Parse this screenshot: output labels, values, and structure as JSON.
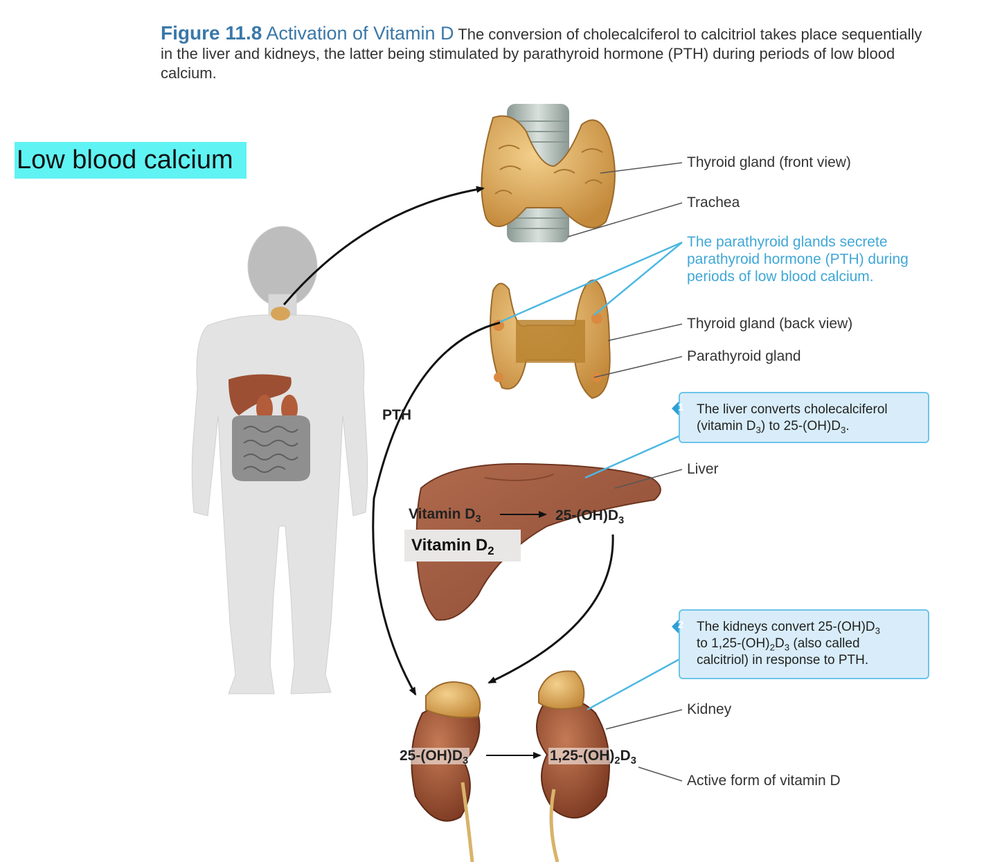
{
  "caption": {
    "figure_number": "Figure 11.8",
    "figure_title": "Activation of Vitamin D",
    "text": "The conversion of cholecalciferol to calcitriol takes place sequentially in the liver and kidneys, the latter being stimulated by parathyroid hormone (PTH) during periods of low blood calcium."
  },
  "highlight_label": "Low blood calcium",
  "labels": {
    "thyroid_front": "Thyroid gland (front view)",
    "trachea": "Trachea",
    "parathyroid_secrete": "The parathyroid glands secrete parathyroid hormone (PTH) during periods of low blood calcium.",
    "thyroid_back": "Thyroid gland (back view)",
    "parathyroid_gland": "Parathyroid gland",
    "liver": "Liver",
    "kidney": "Kidney",
    "active_form": "Active form of vitamin D",
    "pth": "PTH"
  },
  "steps": [
    {
      "number": "1",
      "line1": "The liver converts cholecalciferol",
      "line2a": "(vitamin D",
      "line2sub": "3",
      "line2b": ") to 25-(OH)D",
      "line2sub2": "3",
      "line2c": "."
    },
    {
      "number": "2",
      "line1a": "The kidneys convert 25-(OH)D",
      "line1sub": "3",
      "line2a": "to 1,25-(OH)",
      "line2sub": "2",
      "line2b": "D",
      "line2sub2": "3",
      "line2c": " (also called",
      "line3": "calcitriol) in response to PTH."
    }
  ],
  "chemistry": {
    "vitamin_d3": "Vitamin D",
    "vitamin_d3_sub": "3",
    "oh_d3_liver": "25-(OH)D",
    "oh_d3_liver_sub": "3",
    "vitamin_d2": "Vitamin D",
    "vitamin_d2_sub": "2",
    "oh_d3_kidney": "25-(OH)D",
    "oh_d3_kidney_sub": "3",
    "calcitriol_a": "1,25-(OH)",
    "calcitriol_sub1": "2",
    "calcitriol_b": "D",
    "calcitriol_sub2": "3"
  },
  "colors": {
    "caption_blue": "#3a78a8",
    "callout_blue": "#3fa7d6",
    "highlight_cyan": "#60f3f3",
    "step_fill": "#d8edf9",
    "organ_brown": "#9c5a3c",
    "thyroid_gold": "#d6a55a"
  }
}
